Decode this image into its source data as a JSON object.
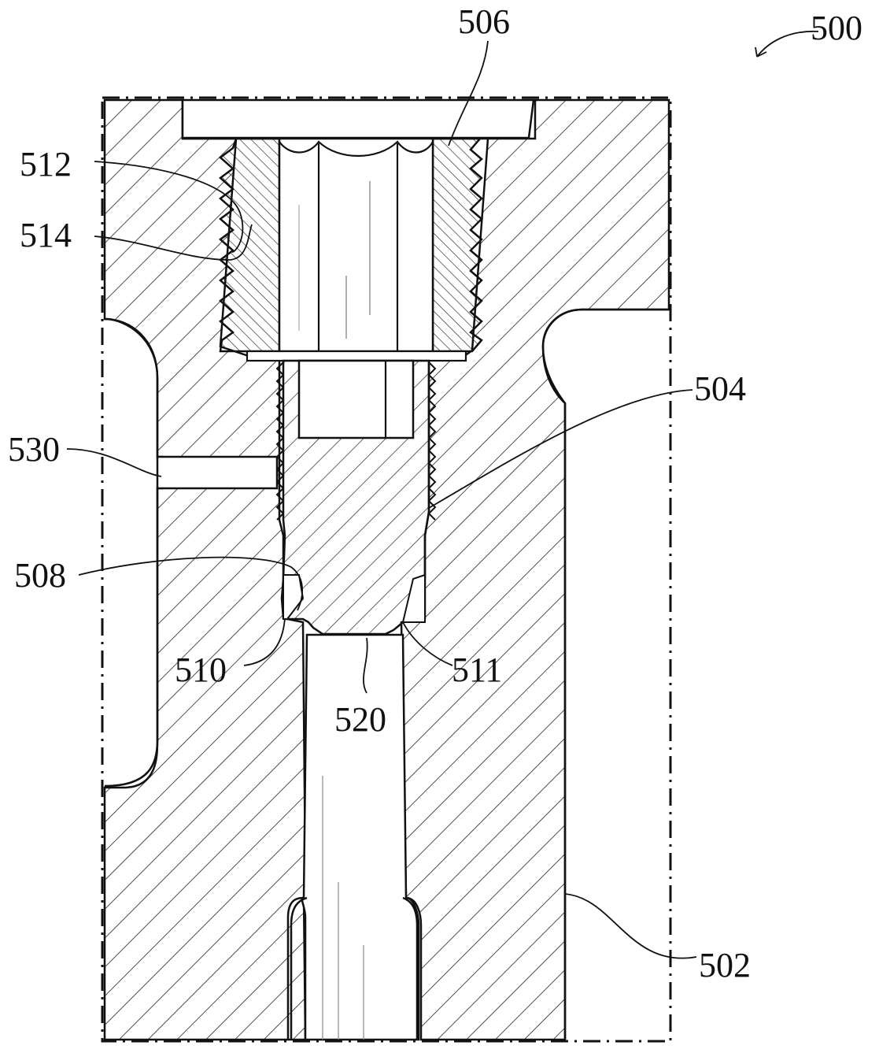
{
  "figure": {
    "labels": {
      "assembly": "500",
      "body": "502",
      "insert": "504",
      "retainer": "506",
      "seat": "508",
      "shoulder_left": "510",
      "shoulder_right": "511",
      "thread_outer": "512",
      "thread_inner": "514",
      "tip": "520",
      "side_port": "530"
    }
  }
}
